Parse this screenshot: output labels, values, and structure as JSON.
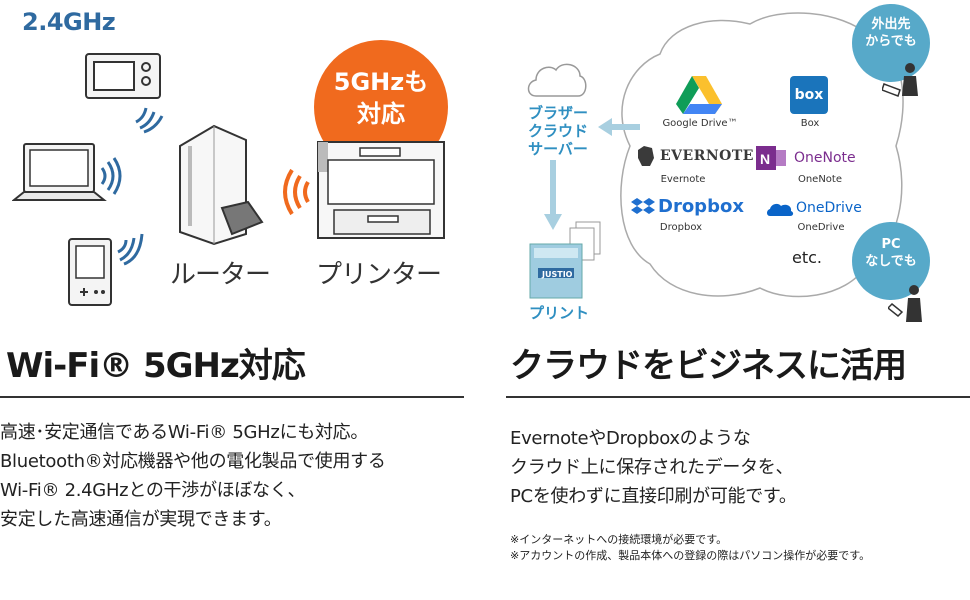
{
  "left": {
    "band_label": "2.4GHz",
    "router_label": "ルーター",
    "printer_label": "プリンター",
    "badge_line1": "5GHzも",
    "badge_line2": "対応",
    "heading": "Wi-Fi® 5GHz対応",
    "body": [
      "高速･安定通信であるWi-Fi® 5GHzにも対応。",
      "Bluetooth®対応機器や他の電化製品で使用する",
      "Wi-Fi® 2.4GHzとの干渉がほぼなく、",
      "安定した高速通信が実現できます。"
    ]
  },
  "right": {
    "browser_cloud_label": [
      "ブラザー",
      "クラウド",
      "サーバー"
    ],
    "print_label": "プリント",
    "printer_brand": "JUSTIO",
    "services": [
      {
        "title": "Google Drive™",
        "label": ""
      },
      {
        "title": "box",
        "label": "Box"
      },
      {
        "title": "EVERNOTE",
        "label": "Evernote"
      },
      {
        "title": "OneNote",
        "label": "OneNote"
      },
      {
        "title": "Dropbox",
        "label": "Dropbox"
      },
      {
        "title": "OneDrive",
        "label": "OneDrive"
      }
    ],
    "etc": "etc.",
    "badge_out": [
      "外出先",
      "からでも"
    ],
    "badge_pc": [
      "PC",
      "なしでも"
    ],
    "heading": "クラウドをビジネスに活用",
    "body": [
      "EvernoteやDropboxのような",
      "クラウド上に保存されたデータを、",
      "PCを使わずに直接印刷が可能です。"
    ],
    "notes": [
      "※インターネットへの接続環境が必要です。",
      "※アカウントの作成、製品本体への登録の際はパソコン操作が必要です。"
    ]
  },
  "colors": {
    "accent_orange": "#f06a1e",
    "accent_blue": "#2f8fc1",
    "teal_badge": "#57a9c9",
    "band_blue": "#2f6aa0"
  }
}
